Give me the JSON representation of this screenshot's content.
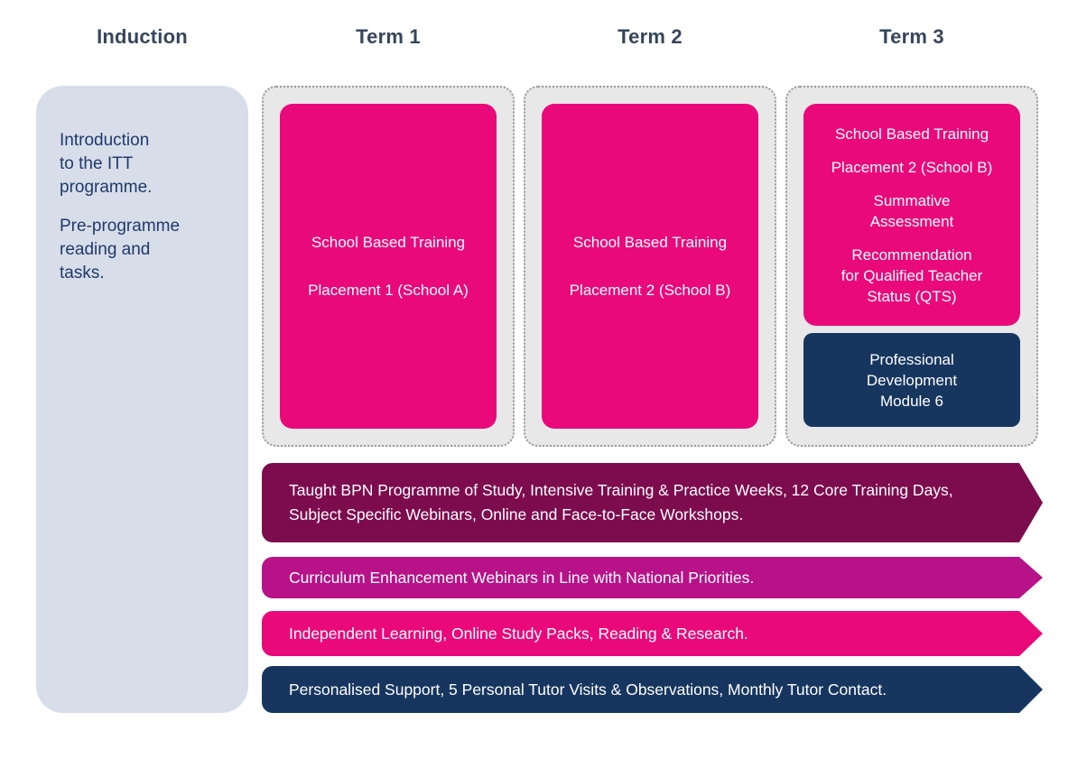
{
  "title": "ITT programme overview diagram",
  "colors": {
    "pink": "#e9097a",
    "navy": "#17365f",
    "burgundy": "#7d0c4e",
    "magenta": "#b81289",
    "lavender": "#d8ddea",
    "container_fill": "#e8e8e8",
    "container_dot_border": "#999999",
    "header_text": "#35465b",
    "induction_text": "#1e3a6b"
  },
  "headers": {
    "induction": "Induction",
    "term1": "Term 1",
    "term2": "Term 2",
    "term3": "Term 3"
  },
  "induction": {
    "paragraphs": [
      "Introduction\nto the ITT\nprogramme.",
      "Pre-programme\nreading and\ntasks."
    ]
  },
  "terms": [
    {
      "header": "Term 1",
      "pink_card": {
        "lines": [
          "School Based Training",
          "Placement 1 (School A)"
        ]
      }
    },
    {
      "header": "Term 2",
      "pink_card": {
        "lines": [
          "School Based Training",
          "Placement 2 (School B)"
        ]
      }
    },
    {
      "header": "Term 3",
      "pink_card": {
        "lines": [
          "School Based Training",
          "Placement 2 (School B)",
          "Summative\nAssessment",
          "Recommendation\nfor Qualified Teacher\nStatus (QTS)"
        ]
      },
      "navy_card": {
        "text": "Professional\nDevelopment\nModule 6"
      }
    }
  ],
  "banners": [
    {
      "text": "Taught BPN Programme of Study, Intensive Training & Practice Weeks, 12 Core Training Days,\nSubject Specific Webinars, Online and Face-to-Face Workshops.",
      "color": "#7d0c4e"
    },
    {
      "text": "Curriculum Enhancement Webinars in Line with National Priorities.",
      "color": "#b81289"
    },
    {
      "text": "Independent Learning, Online Study Packs, Reading & Research.",
      "color": "#e9097a"
    },
    {
      "text": "Personalised Support, 5 Personal Tutor Visits & Observations, Monthly Tutor Contact.",
      "color": "#17365f"
    }
  ]
}
